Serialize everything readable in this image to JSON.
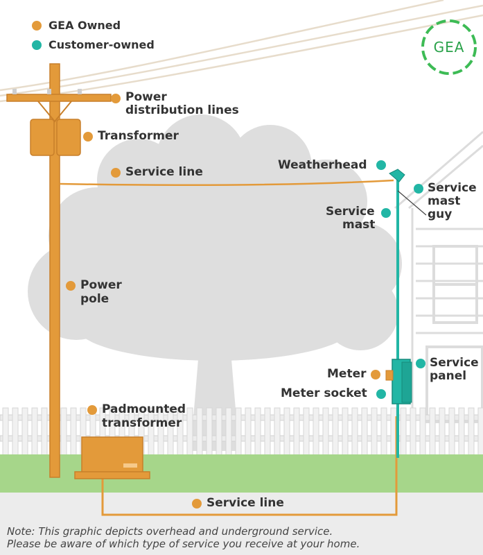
{
  "legend": {
    "owned": "GEA Owned",
    "customer": "Customer-owned",
    "owned_color": "#e39a3a",
    "customer_color": "#22b6a5"
  },
  "logo": {
    "text": "GEA",
    "color": "#2aa24a"
  },
  "labels": {
    "distribution_lines_1": "Power",
    "distribution_lines_2": "distribution lines",
    "transformer": "Transformer",
    "service_line_top": "Service line",
    "weatherhead": "Weatherhead",
    "service_mast_guy_1": "Service",
    "service_mast_guy_2": "mast",
    "service_mast_guy_3": "guy",
    "service_mast_1": "Service",
    "service_mast_2": "mast",
    "power_pole_1": "Power",
    "power_pole_2": "pole",
    "meter": "Meter",
    "meter_socket": "Meter socket",
    "service_panel_1": "Service",
    "service_panel_2": "panel",
    "padmounted_1": "Padmounted",
    "padmounted_2": "transformer",
    "service_line_bottom": "Service line"
  },
  "note": {
    "line1": "Note: This graphic depicts overhead and underground service.",
    "line2": "Please be aware of which type of service you receive at your home."
  }
}
